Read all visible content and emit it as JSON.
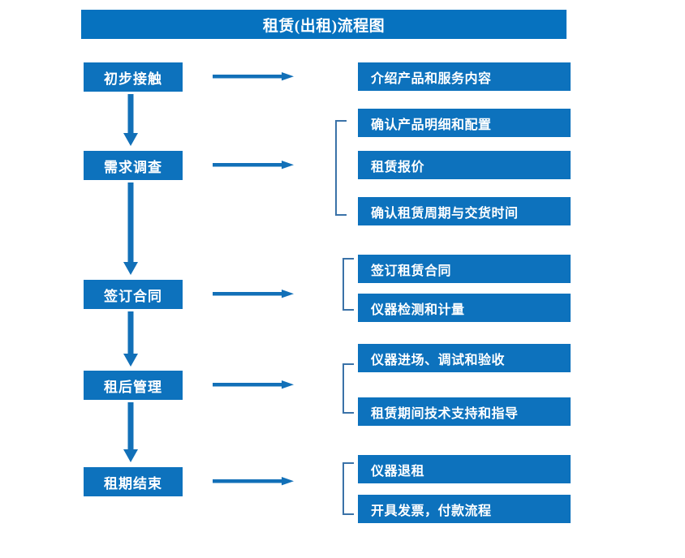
{
  "title": "租赁(出租)流程图",
  "colors": {
    "banner_blue": "#0672BF",
    "box_blue": "#0D72BD",
    "arrow_blue": "#1270B8",
    "bracket_blue": "#3A72A8",
    "text_white": "#FFFFFF",
    "background": "#FFFFFF"
  },
  "flow": {
    "stages": [
      {
        "label": "初步接触"
      },
      {
        "label": "需求调查"
      },
      {
        "label": "签订合同"
      },
      {
        "label": "租后管理"
      },
      {
        "label": "租期结束"
      }
    ],
    "groups": [
      {
        "stage": "初步接触",
        "bracketed": false,
        "details": [
          {
            "label": "介绍产品和服务内容"
          }
        ]
      },
      {
        "stage": "需求调查",
        "bracketed": true,
        "details": [
          {
            "label": "确认产品明细和配置"
          },
          {
            "label": "租赁报价"
          },
          {
            "label": "确认租赁周期与交货时间"
          }
        ]
      },
      {
        "stage": "签订合同",
        "bracketed": true,
        "details": [
          {
            "label": "签订租赁合同"
          },
          {
            "label": "仪器检测和计量"
          }
        ]
      },
      {
        "stage": "租后管理",
        "bracketed": true,
        "details": [
          {
            "label": "仪器进场、调试和验收"
          },
          {
            "label": "租赁期间技术支持和指导"
          }
        ]
      },
      {
        "stage": "租期结束",
        "bracketed": true,
        "details": [
          {
            "label": "仪器退租"
          },
          {
            "label": "开具发票，付款流程"
          }
        ]
      }
    ],
    "connectors": {
      "horizontal_arrow_count": 5,
      "vertical_arrow_count": 4,
      "horizontal_arrow_icon": "right-arrow-icon",
      "vertical_arrow_icon": "down-arrow-icon",
      "bracket_icon": "square-bracket-icon"
    }
  }
}
